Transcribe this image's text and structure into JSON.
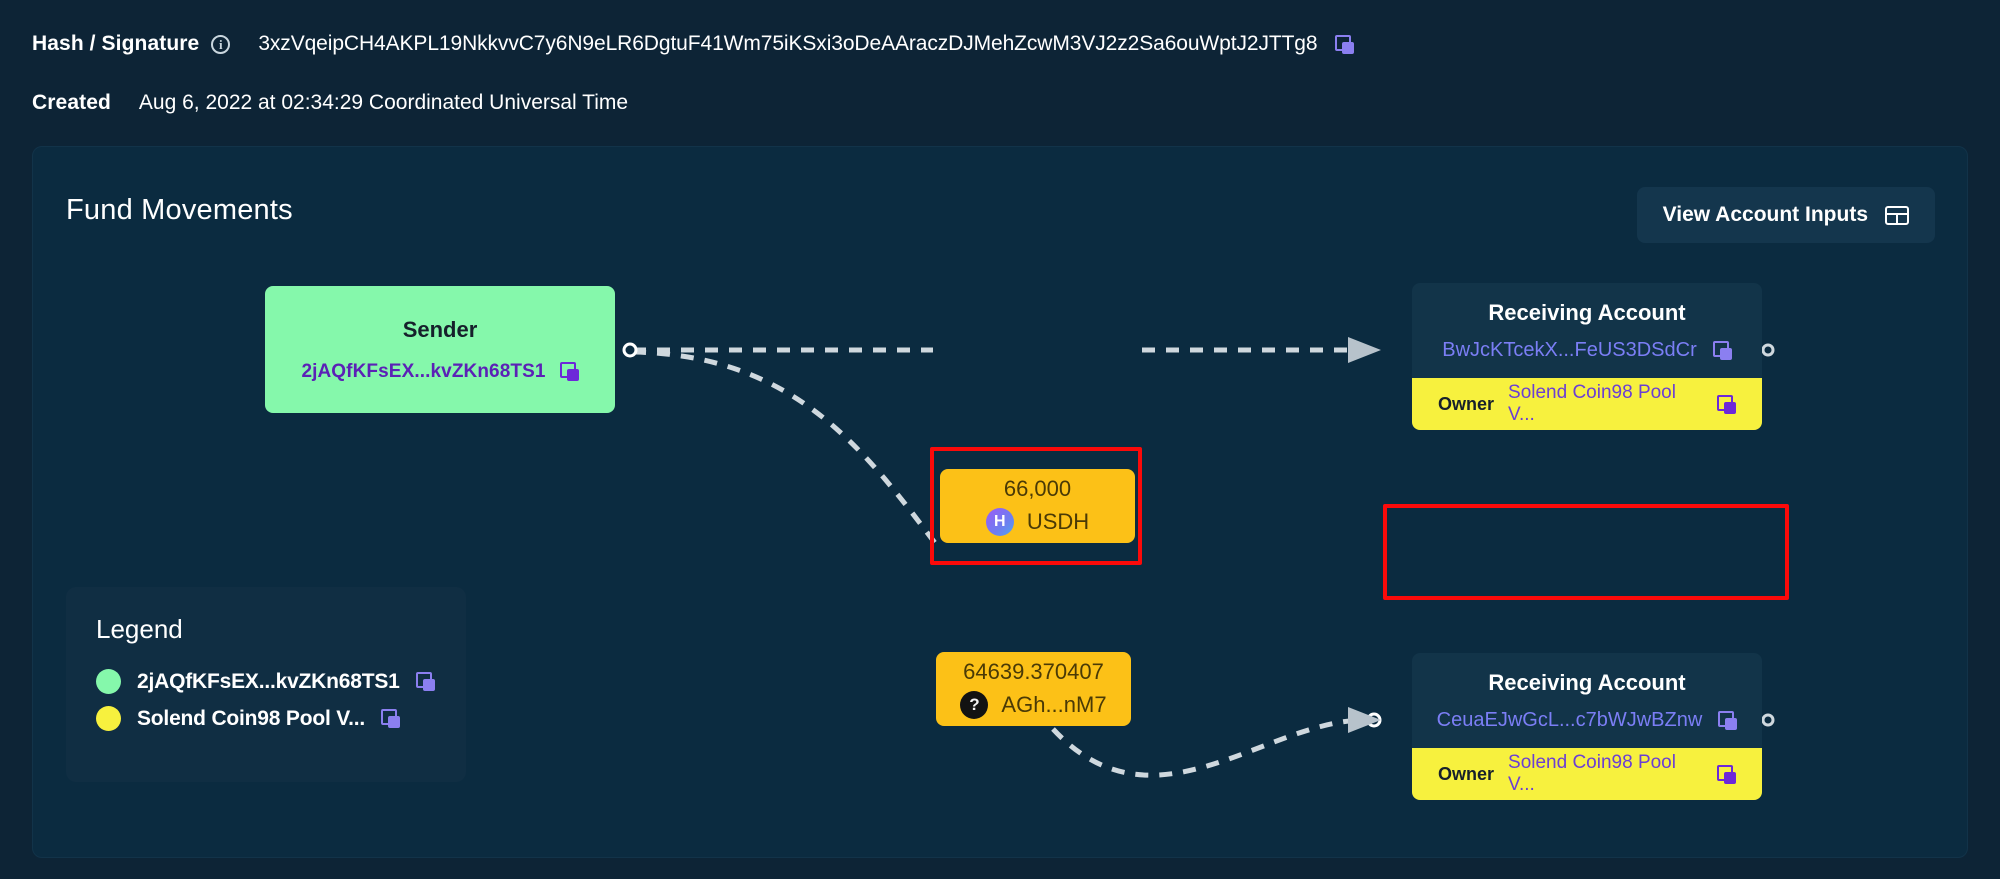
{
  "meta": {
    "hash_label": "Hash / Signature",
    "hash_value": "3xzVqeipCH4AKPL19NkkvvC7y6N9eLR6DgtuF41Wm75iKSxi3oDeAAraczDJMehZcwM3VJ2z2Sa6ouWptJ2JTTg8",
    "created_label": "Created",
    "created_value": "Aug 6, 2022 at 02:34:29 Coordinated Universal Time",
    "info_glyph": "i"
  },
  "panel": {
    "title": "Fund Movements",
    "view_inputs_label": "View Account Inputs"
  },
  "nodes": {
    "sender": {
      "title": "Sender",
      "address": "2jAQfKFsEX...kvZKn68TS1"
    },
    "token_usdh": {
      "amount": "66,000",
      "symbol": "USDH",
      "badge_glyph": "H"
    },
    "token_agh": {
      "amount": "64639.370407",
      "symbol": "AGh...nM7",
      "badge_glyph": "?"
    },
    "receiving_top": {
      "title": "Receiving Account",
      "address": "BwJcKTcekX...FeUS3DSdCr",
      "owner_label": "Owner",
      "owner_value": "Solend Coin98 Pool V..."
    },
    "receiving_bottom": {
      "title": "Receiving Account",
      "address": "CeuaEJwGcL...c7bWJwBZnw",
      "owner_label": "Owner",
      "owner_value": "Solend Coin98 Pool V..."
    }
  },
  "legend": {
    "title": "Legend",
    "items": [
      {
        "color": "#85f8ab",
        "label": "2jAQfKFsEX...kvZKn68TS1"
      },
      {
        "color": "#f7f13e",
        "label": "Solend Coin98 Pool V..."
      }
    ]
  },
  "colors": {
    "background": "#0d2436",
    "panel": "#0b2b40",
    "sender_green": "#85f8ab",
    "token_amber": "#fcc117",
    "owner_yellow": "#f7f13e",
    "accent_purple": "#7b7ef5",
    "highlight_red": "#fb0a0a",
    "edge_gray": "#cfd8de"
  }
}
